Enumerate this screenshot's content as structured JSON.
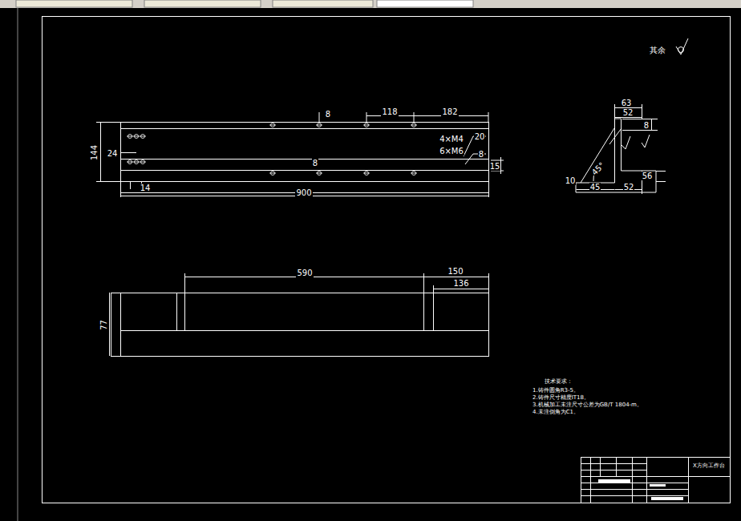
{
  "diagram": {
    "labels": [
      "其余",
      "8",
      "118",
      "182",
      "144",
      "24",
      "4×M4",
      "20",
      "6×M6",
      "8",
      "8",
      "15",
      "14",
      "900",
      "590",
      "150",
      "136",
      "77",
      "63",
      "52",
      "8",
      "45°",
      "10",
      "45",
      "52",
      "56",
      "技术要求：",
      "1.铸件圆角R3-5。",
      "2.铸件尺寸精度IT18。",
      "3.机械加工未注尺寸公差为GB/T 1804-m。",
      "4.未注倒角为C1。",
      "X方向工作台"
    ]
  }
}
